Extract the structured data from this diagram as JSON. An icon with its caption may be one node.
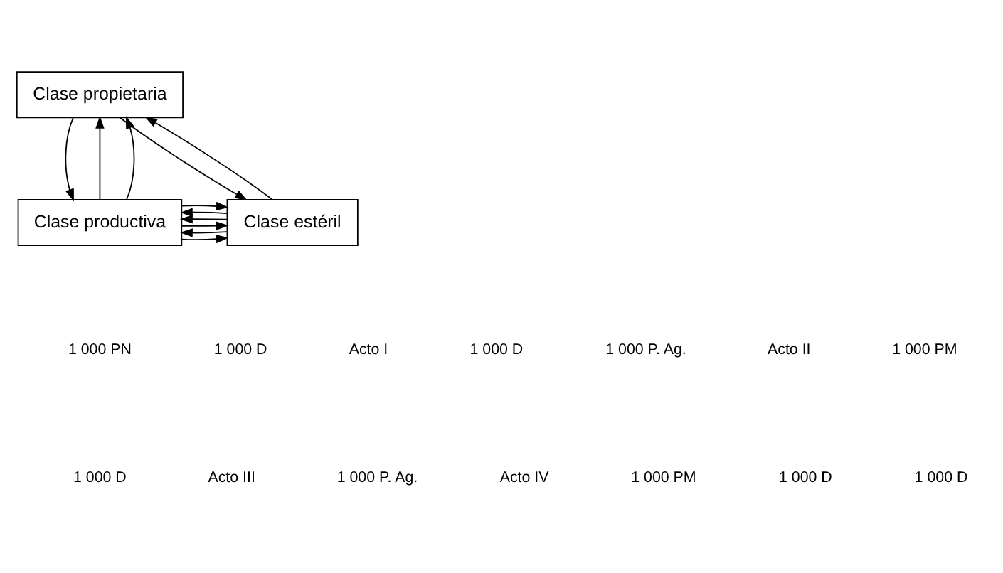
{
  "diagram": {
    "nodes": [
      {
        "text": [
          "Clase propietaria"
        ]
      },
      {
        "text": [
          "Clase productiva"
        ]
      },
      {
        "text": [
          "Clase estéril"
        ]
      }
    ],
    "edges": [
      {
        "from": 1,
        "to": 0,
        "arrow": "to"
      },
      {
        "from": 0,
        "to": 2,
        "arrow": "to"
      },
      {
        "from": 0,
        "to": 1,
        "arrow": "to"
      },
      {
        "from": 1,
        "to": 0,
        "arrow": "to"
      },
      {
        "from": 1,
        "to": 2,
        "arrow": "to"
      },
      {
        "from": 2,
        "to": 0,
        "arrow": "to"
      },
      {
        "from": 2,
        "to": 1,
        "arrow": "to"
      },
      {
        "from": 1,
        "to": 2,
        "arrow": "to"
      },
      {
        "from": 2,
        "to": 1,
        "arrow": "to"
      },
      {
        "from": 2,
        "to": 1,
        "arrow": "to"
      },
      {
        "from": 1,
        "to": 2,
        "arrow": "to"
      }
    ],
    "labels": [
      "1 000 PN",
      "1 000 D",
      "Acto I",
      "1 000 D",
      "1 000 P. Ag.",
      "Acto II",
      "1 000 PM",
      "1 000 D",
      "Acto III",
      "1 000 P. Ag.",
      "Acto IV",
      "1 000 PM",
      "1 000 D",
      "1 000 D"
    ]
  }
}
